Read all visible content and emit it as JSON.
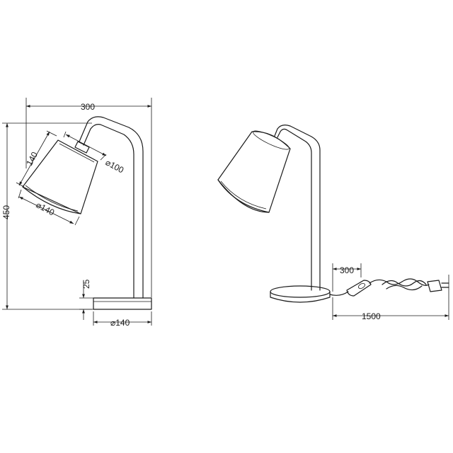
{
  "side_view": {
    "width_label": "300",
    "height_label": "450",
    "shade_length_label": "140",
    "shade_top_diameter_label": "⌀100",
    "shade_bottom_diameter_label": "⌀140",
    "base_height_label": "25",
    "base_diameter_label": "⌀140"
  },
  "perspective_view": {
    "switch_distance_label": "300",
    "cable_length_label": "1500"
  }
}
